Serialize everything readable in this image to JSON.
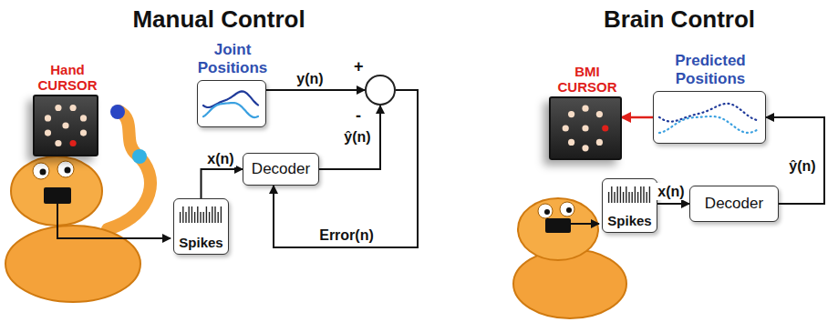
{
  "diagram": {
    "nodes": [
      {
        "text": [
          "Hand CURSOR"
        ]
      },
      {
        "text": [
          "Joint Positions"
        ]
      },
      {
        "text": [
          "+",
          "-"
        ]
      },
      {
        "text": [
          "Decoder"
        ]
      },
      {
        "text": [
          "Spikes"
        ]
      },
      {
        "text": [
          "BMI CURSOR"
        ]
      },
      {
        "text": [
          "Predicted Positions"
        ]
      },
      {
        "text": [
          "Spikes"
        ]
      },
      {
        "text": [
          "Decoder"
        ]
      }
    ],
    "edges": [
      {
        "from": 1,
        "to": 2,
        "label": "y(n)",
        "arrow": "to"
      },
      {
        "from": 4,
        "to": 3,
        "label": "x(n)",
        "arrow": "to"
      },
      {
        "from": 3,
        "to": 2,
        "label": "ŷ(n)",
        "arrow": "to"
      },
      {
        "from": 2,
        "to": 3,
        "label": "Error(n)",
        "arrow": "to"
      },
      {
        "from": 7,
        "to": 8,
        "label": "x(n)",
        "arrow": "to"
      },
      {
        "from": 8,
        "to": 6,
        "label": "ŷ(n)",
        "arrow": "to"
      },
      {
        "from": 6,
        "to": 5,
        "arrow": "to"
      }
    ],
    "labels": [
      "Manual Control",
      "Brain Control"
    ]
  }
}
